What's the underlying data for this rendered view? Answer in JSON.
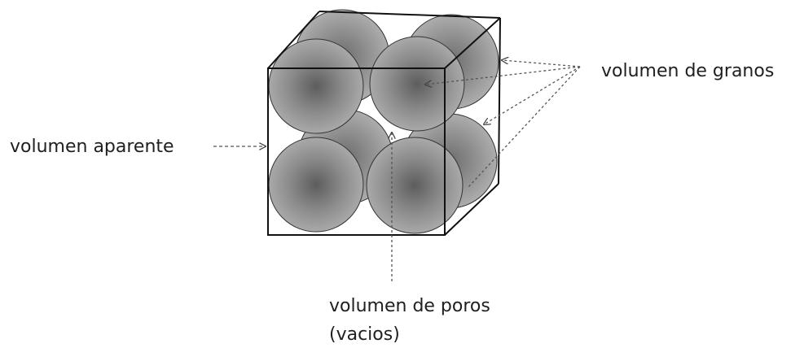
{
  "labels": {
    "grain_volume": "volumen de granos",
    "bulk_volume": "volumen aparente",
    "pore_volume_line1": "volumen de poros",
    "pore_volume_line2": "(vacios)"
  },
  "icons": [
    "arrow-icon"
  ],
  "colors": {
    "background": "#ffffff",
    "cube_edge": "#111111",
    "sphere_light": "#6a6a6a",
    "sphere_mid": "#9a9a9a",
    "sphere_dark": "#a8a8a8",
    "leader_line": "#555555",
    "text": "#1f1f1f"
  }
}
